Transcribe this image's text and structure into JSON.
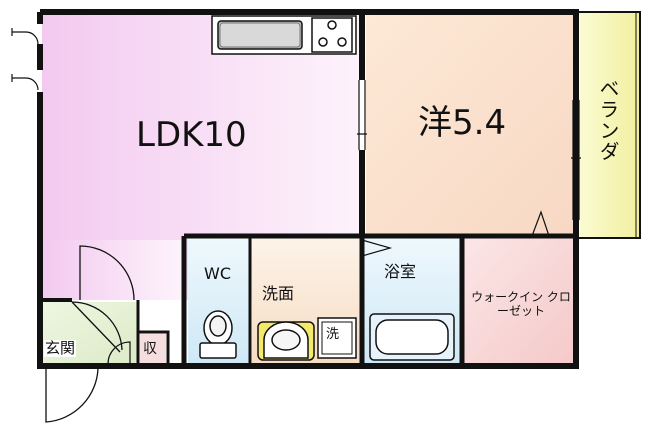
{
  "floor_plan": {
    "rooms": {
      "ldk": "LDK10",
      "western_room": "洋5.4",
      "veranda": "ベランダ",
      "toilet": "WC",
      "washroom": "洗面",
      "bathroom": "浴室",
      "walk_in_closet": "ウォークイン クローゼット",
      "entrance": "玄関",
      "storage": "収",
      "washer": "洗"
    },
    "colors": {
      "ldk": "#f6d6f4",
      "western_room": "#fbe4cf",
      "veranda": "#f6f7b8",
      "wc": "#dceef9",
      "washroom": "#fbe8d3",
      "bathroom": "#d8eef8",
      "closet": "#f9d8d8",
      "entrance": "#e7f2d6",
      "wall": "#111111"
    }
  }
}
